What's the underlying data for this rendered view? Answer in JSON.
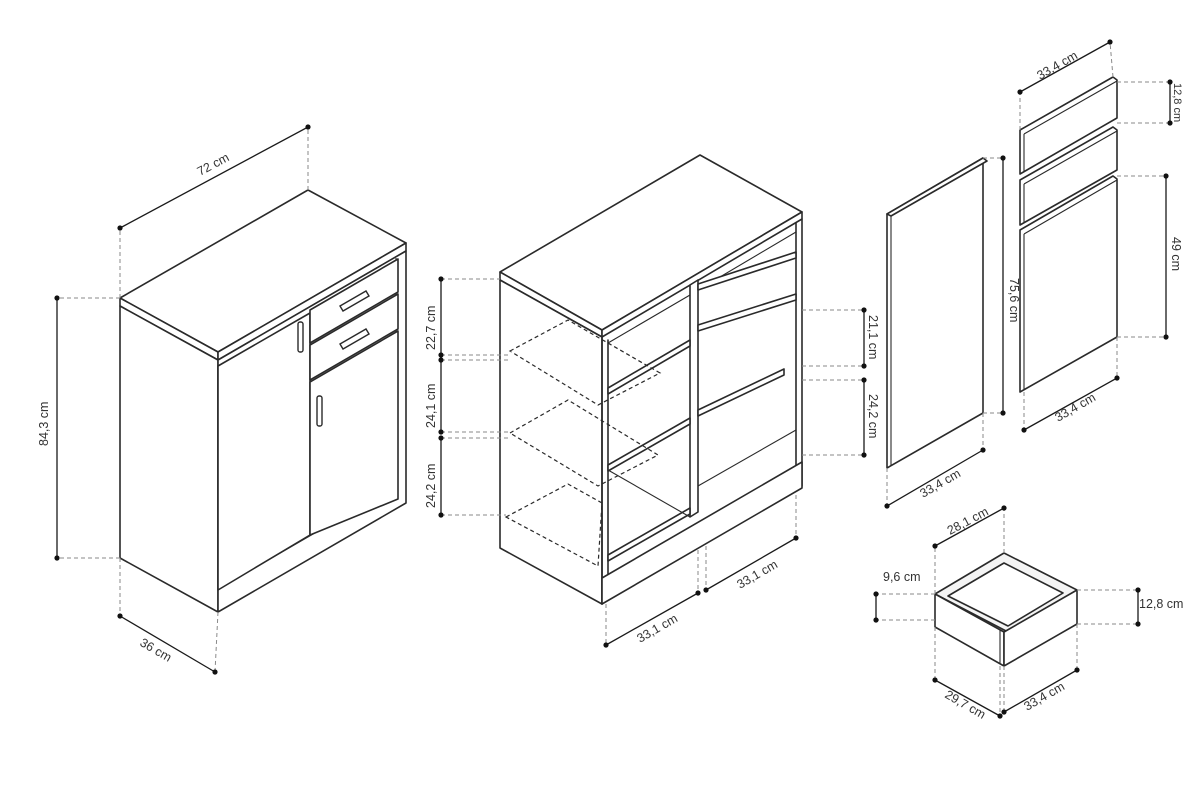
{
  "dimensions": {
    "cabinet_width": "72 cm",
    "cabinet_height": "84,3 cm",
    "cabinet_depth": "36 cm",
    "shelf_gap_top": "22,7 cm",
    "shelf_gap_middle": "24,1 cm",
    "shelf_gap_bottom": "24,2 cm",
    "right_gap_top": "21,1 cm",
    "right_gap_bottom": "24,2 cm",
    "compartment_width_left": "33,1 cm",
    "compartment_width_right": "33,1 cm",
    "door_height": "75,6 cm",
    "door_width": "33,4 cm",
    "front_width_top": "33,4 cm",
    "drawer_front_height": "12,8 cm",
    "small_door_height": "49 cm",
    "front_width_bottom": "33,4 cm",
    "drawer_inner_width": "28,1 cm",
    "drawer_inner_height": "9,6 cm",
    "drawer_outer_height": "12,8 cm",
    "drawer_depth": "29,7 cm",
    "drawer_front_width": "33,4 cm"
  }
}
